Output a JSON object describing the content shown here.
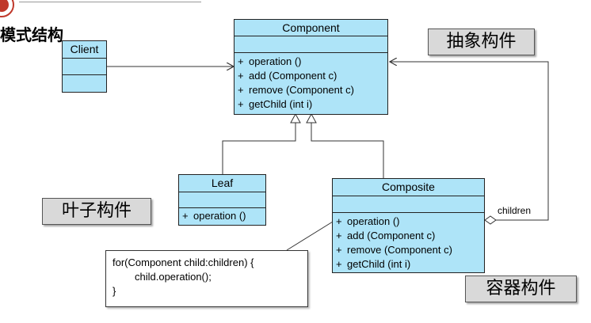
{
  "page": {
    "title": "模式结构"
  },
  "classes": {
    "component": {
      "name": "Component",
      "operations": [
        "operation ()",
        "add (Component c)",
        "remove (Component c)",
        "getChild (int i)"
      ]
    },
    "client": {
      "name": "Client"
    },
    "leaf": {
      "name": "Leaf",
      "operations": [
        "operation ()"
      ]
    },
    "composite": {
      "name": "Composite",
      "operations": [
        "operation ()",
        "add (Component c)",
        "remove (Component c)",
        "getChild (int i)"
      ]
    }
  },
  "op_prefix": "+",
  "association": {
    "label": "children"
  },
  "note": {
    "line1": "for(Component child:children) {",
    "line2": "child.operation();",
    "line3": "}"
  },
  "role_labels": {
    "abstract": "抽象构件",
    "leaf": "叶子构件",
    "container": "容器构件"
  },
  "colors": {
    "class_fill": "#aee4f8",
    "label_fill": "#d9d9d9"
  }
}
